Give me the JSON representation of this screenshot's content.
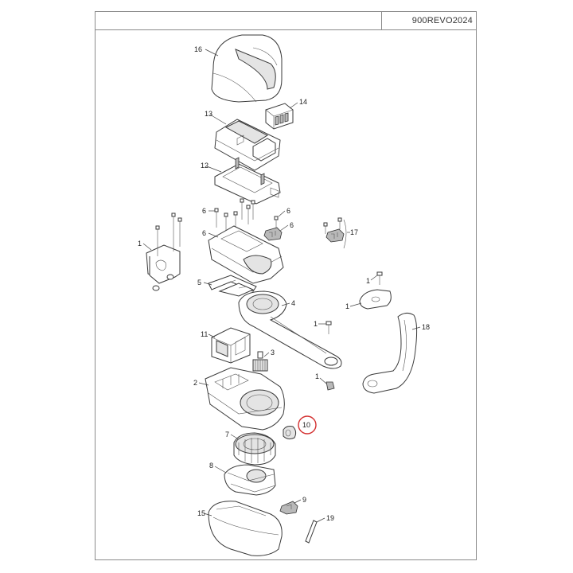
{
  "drawing_code": "900REVO2024",
  "highlight_color": "#d32f2f",
  "part_labels": {
    "p16": "16",
    "p14": "14",
    "p13": "13",
    "p12": "12",
    "p6a": "6",
    "p6b": "6",
    "p6c": "6",
    "p6d": "6",
    "p17": "17",
    "p1a": "1",
    "p1b": "1",
    "p1c": "1",
    "p1d": "1",
    "p1e": "1",
    "p5": "5",
    "p4": "4",
    "p18": "18",
    "p11": "11",
    "p3": "3",
    "p2": "2",
    "p10": "10",
    "p7": "7",
    "p8": "8",
    "p9": "9",
    "p15": "15",
    "p19": "19"
  }
}
